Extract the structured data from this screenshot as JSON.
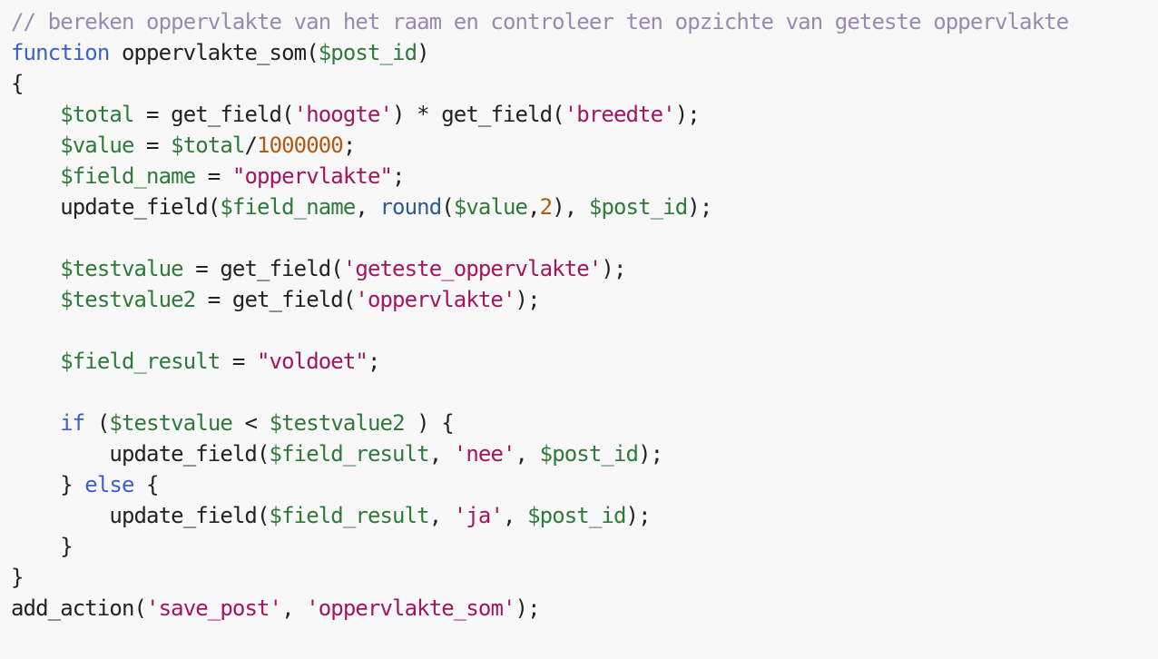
{
  "colors": {
    "background": "#f8f8f8",
    "comment": "#998ab0",
    "keyword": "#3a5fd0",
    "variable": "#2f7a3a",
    "string": "#a3155f",
    "number": "#b25a12",
    "builtin": "#2c5b94",
    "plain": "#222222"
  },
  "code": {
    "language": "php",
    "lines": [
      [
        {
          "type": "comment",
          "text": "// bereken oppervlakte van het raam en controleer ten opzichte van geteste oppervlakte"
        }
      ],
      [
        {
          "type": "keyword",
          "text": "function"
        },
        {
          "type": "plain",
          "text": " oppervlakte_som("
        },
        {
          "type": "variable",
          "text": "$post_id"
        },
        {
          "type": "plain",
          "text": ")"
        }
      ],
      [
        {
          "type": "plain",
          "text": "{"
        }
      ],
      [
        {
          "type": "plain",
          "text": "    "
        },
        {
          "type": "variable",
          "text": "$total"
        },
        {
          "type": "plain",
          "text": " = get_field("
        },
        {
          "type": "string",
          "text": "'hoogte'"
        },
        {
          "type": "plain",
          "text": ") * get_field("
        },
        {
          "type": "string",
          "text": "'breedte'"
        },
        {
          "type": "plain",
          "text": ");"
        }
      ],
      [
        {
          "type": "plain",
          "text": "    "
        },
        {
          "type": "variable",
          "text": "$value"
        },
        {
          "type": "plain",
          "text": " = "
        },
        {
          "type": "variable",
          "text": "$total"
        },
        {
          "type": "plain",
          "text": "/"
        },
        {
          "type": "number",
          "text": "1000000"
        },
        {
          "type": "plain",
          "text": ";"
        }
      ],
      [
        {
          "type": "plain",
          "text": "    "
        },
        {
          "type": "variable",
          "text": "$field_name"
        },
        {
          "type": "plain",
          "text": " = "
        },
        {
          "type": "string",
          "text": "\"oppervlakte\""
        },
        {
          "type": "plain",
          "text": ";"
        }
      ],
      [
        {
          "type": "plain",
          "text": "    update_field("
        },
        {
          "type": "variable",
          "text": "$field_name"
        },
        {
          "type": "plain",
          "text": ", "
        },
        {
          "type": "builtin",
          "text": "round"
        },
        {
          "type": "plain",
          "text": "("
        },
        {
          "type": "variable",
          "text": "$value"
        },
        {
          "type": "plain",
          "text": ","
        },
        {
          "type": "number",
          "text": "2"
        },
        {
          "type": "plain",
          "text": "), "
        },
        {
          "type": "variable",
          "text": "$post_id"
        },
        {
          "type": "plain",
          "text": ");"
        }
      ],
      [],
      [
        {
          "type": "plain",
          "text": "    "
        },
        {
          "type": "variable",
          "text": "$testvalue"
        },
        {
          "type": "plain",
          "text": " = get_field("
        },
        {
          "type": "string",
          "text": "'geteste_oppervlakte'"
        },
        {
          "type": "plain",
          "text": ");"
        }
      ],
      [
        {
          "type": "plain",
          "text": "    "
        },
        {
          "type": "variable",
          "text": "$testvalue2"
        },
        {
          "type": "plain",
          "text": " = get_field("
        },
        {
          "type": "string",
          "text": "'oppervlakte'"
        },
        {
          "type": "plain",
          "text": ");"
        }
      ],
      [],
      [
        {
          "type": "plain",
          "text": "    "
        },
        {
          "type": "variable",
          "text": "$field_result"
        },
        {
          "type": "plain",
          "text": " = "
        },
        {
          "type": "string",
          "text": "\"voldoet\""
        },
        {
          "type": "plain",
          "text": ";"
        }
      ],
      [],
      [
        {
          "type": "plain",
          "text": "    "
        },
        {
          "type": "keyword",
          "text": "if"
        },
        {
          "type": "plain",
          "text": " ("
        },
        {
          "type": "variable",
          "text": "$testvalue"
        },
        {
          "type": "plain",
          "text": " < "
        },
        {
          "type": "variable",
          "text": "$testvalue2"
        },
        {
          "type": "plain",
          "text": " ) {"
        }
      ],
      [
        {
          "type": "plain",
          "text": "        update_field("
        },
        {
          "type": "variable",
          "text": "$field_result"
        },
        {
          "type": "plain",
          "text": ", "
        },
        {
          "type": "string",
          "text": "'nee'"
        },
        {
          "type": "plain",
          "text": ", "
        },
        {
          "type": "variable",
          "text": "$post_id"
        },
        {
          "type": "plain",
          "text": ");"
        }
      ],
      [
        {
          "type": "plain",
          "text": "    } "
        },
        {
          "type": "keyword",
          "text": "else"
        },
        {
          "type": "plain",
          "text": " {"
        }
      ],
      [
        {
          "type": "plain",
          "text": "        update_field("
        },
        {
          "type": "variable",
          "text": "$field_result"
        },
        {
          "type": "plain",
          "text": ", "
        },
        {
          "type": "string",
          "text": "'ja'"
        },
        {
          "type": "plain",
          "text": ", "
        },
        {
          "type": "variable",
          "text": "$post_id"
        },
        {
          "type": "plain",
          "text": ");"
        }
      ],
      [
        {
          "type": "plain",
          "text": "    }"
        }
      ],
      [
        {
          "type": "plain",
          "text": "}"
        }
      ],
      [
        {
          "type": "plain",
          "text": "add_action("
        },
        {
          "type": "string",
          "text": "'save_post'"
        },
        {
          "type": "plain",
          "text": ", "
        },
        {
          "type": "string",
          "text": "'oppervlakte_som'"
        },
        {
          "type": "plain",
          "text": ");"
        }
      ]
    ]
  }
}
